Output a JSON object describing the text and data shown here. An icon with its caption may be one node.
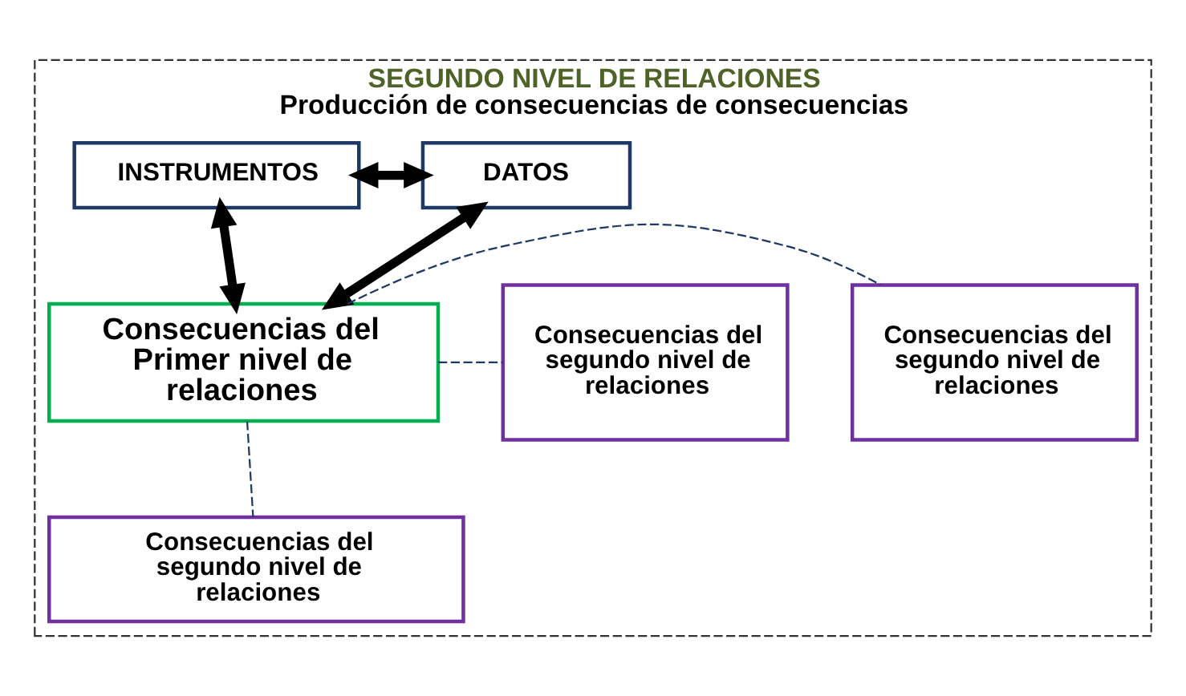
{
  "diagram": {
    "nodes": [
      {
        "text": [
          "SEGUNDO NIVEL DE RELACIONES",
          "Producción de consecuencias de consecuencias"
        ]
      },
      {
        "text": [
          "DATOS"
        ],
        "in": 0
      },
      {
        "text": [
          "INSTRUMENTOS"
        ],
        "in": 0
      },
      {
        "text": [
          "Consecuencias del segundo nivel de relaciones"
        ],
        "in": 0
      },
      {
        "text": [
          "Consecuencias del Primer nivel de relaciones"
        ],
        "in": 0
      },
      {
        "text": [
          "Consecuencias del segundo nivel de relaciones"
        ],
        "in": 0
      },
      {
        "text": [
          "Consecuencias del segundo nivel de relaciones"
        ],
        "in": 0
      }
    ],
    "edges": [
      {
        "from": 1,
        "to": 2,
        "arrow": "both",
        "style": "thick"
      },
      {
        "from": 1,
        "to": 4,
        "arrow": "both",
        "style": "thick"
      },
      {
        "from": 2,
        "to": 4,
        "arrow": "both",
        "style": "thick"
      },
      {
        "from": 4,
        "to": 3,
        "arrow": "none",
        "style": "dashed",
        "color": "#1f3864"
      },
      {
        "from": 4,
        "to": 5,
        "arrow": "none",
        "style": "dashed",
        "color": "#1f3864"
      },
      {
        "from": 4,
        "to": 6,
        "arrow": "none",
        "style": "dashed",
        "color": "#1f3864"
      }
    ]
  }
}
